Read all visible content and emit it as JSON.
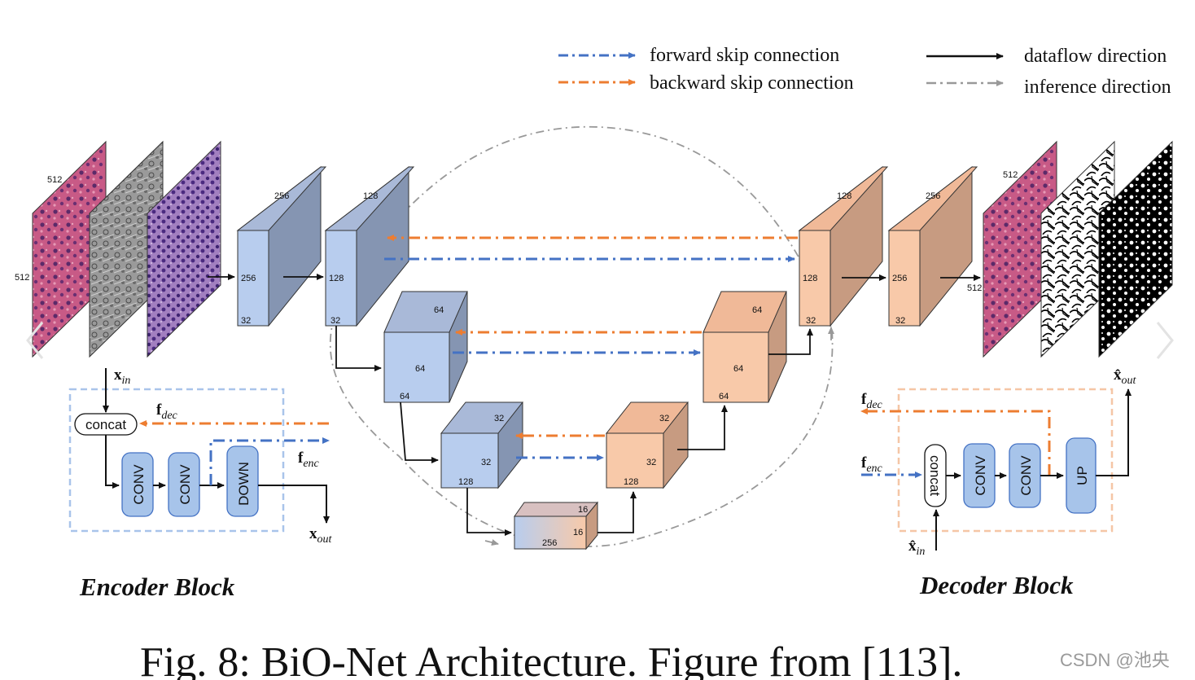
{
  "legend": {
    "forward": "forward skip connection",
    "backward": "backward skip connection",
    "dataflow": "dataflow direction",
    "inference": "inference direction"
  },
  "colors": {
    "forward": "#4472c4",
    "backward": "#ed7d31",
    "enc_front": "#b8cdee",
    "enc_side": "#8595b2",
    "dec_front": "#f8c9a9",
    "dec_side": "#c79b81",
    "inference": "#999999"
  },
  "encoder_dims": {
    "in_h": "512",
    "in_w": "512",
    "l1_top": "256",
    "l1_front": "256",
    "l1_ch": "32",
    "l2_top": "128",
    "l2_front": "128",
    "l2_ch": "32",
    "l3_top": "64",
    "l3_front": "64",
    "l3_ch": "64",
    "l4_top": "32",
    "l4_front": "32",
    "l4_ch": "128",
    "b_top": "16",
    "b_side": "16",
    "b_ch": "256"
  },
  "decoder_dims": {
    "l4_top": "32",
    "l4_front": "32",
    "l4_ch": "128",
    "l3_top": "64",
    "l3_front": "64",
    "l3_ch": "64",
    "l2_top": "128",
    "l2_front": "128",
    "l2_ch": "32",
    "l1_top": "256",
    "l1_front": "256",
    "l1_ch": "32",
    "out_h": "512",
    "out_w": "512"
  },
  "encoder_block": {
    "title": "Encoder Block",
    "x_in": "x",
    "x_in_sub": "in",
    "f_dec": "f",
    "f_dec_sub": "dec",
    "f_enc": "f",
    "f_enc_sub": "enc",
    "x_out": "x",
    "x_out_sub": "out",
    "concat": "concat",
    "conv1": "CONV",
    "conv2": "CONV",
    "down": "DOWN"
  },
  "decoder_block": {
    "title": "Decoder Block",
    "x_hat_in": "x̂",
    "x_hat_in_sub": "in",
    "x_hat_out": "x̂",
    "x_hat_out_sub": "out",
    "f_dec": "f",
    "f_dec_sub": "dec",
    "f_enc": "f",
    "f_enc_sub": "enc",
    "concat": "concat",
    "conv1": "CONV",
    "conv2": "CONV",
    "up": "UP"
  },
  "caption": "Fig. 8: BiO-Net Architecture. Figure from [113].",
  "watermark": "CSDN @池央",
  "nav": {
    "prev_icon": "chevron-left-icon",
    "next_icon": "chevron-right-icon"
  }
}
